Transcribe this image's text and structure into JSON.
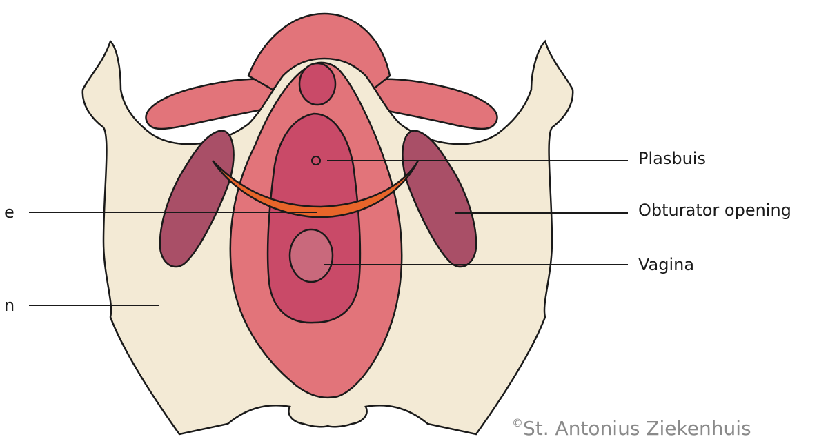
{
  "labels": {
    "urethra": "Plasbuis",
    "obturator": "Obturator opening",
    "vagina": "Vagina",
    "left_upper": "e",
    "left_lower": "n"
  },
  "copyright": {
    "symbol": "©",
    "text": "St. Antonius Ziekenhuis"
  },
  "colors": {
    "bone": "#f3ead5",
    "muscle_outer": "#e2747a",
    "muscle_inner": "#c94a68",
    "obturator": "#a94f67",
    "vagina": "#c9697c",
    "sling": "#e8652a",
    "outline": "#1a1a1a"
  }
}
